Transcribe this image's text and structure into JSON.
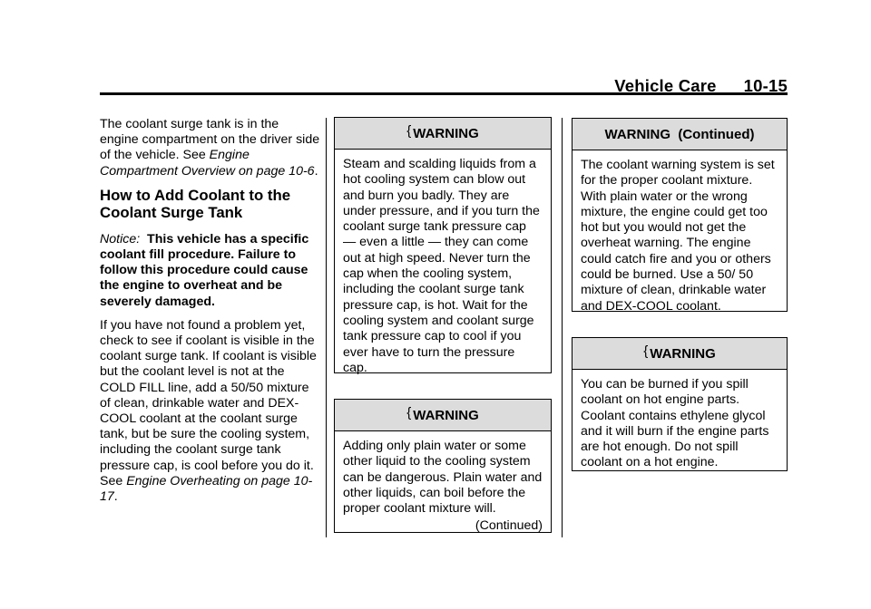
{
  "header": {
    "section": "Vehicle Care",
    "page": "10-15"
  },
  "column1": {
    "intro_text": "The coolant surge tank is in the engine compartment on the driver side of the vehicle. See ",
    "intro_xref": "Engine Compartment Overview on page 10-6",
    "intro_end": ".",
    "heading": "How to Add Coolant to the Coolant Surge Tank",
    "notice_label": "Notice:",
    "notice_text": "This vehicle has a specific coolant fill procedure. Failure to follow this procedure could cause the engine to overheat and be severely damaged.",
    "para_text": "If you have not found a problem yet, check to see if coolant is visible in the coolant surge tank. If coolant is visible but the coolant level is not at the COLD FILL line, add a 50/50 mixture of clean, drinkable water and DEX-COOL coolant at the coolant surge tank, but be sure the cooling system, including the coolant surge tank pressure cap, is cool before you do it. See ",
    "para_xref": "Engine Overheating on page 10-17",
    "para_end": "."
  },
  "warnings": [
    {
      "title": "WARNING",
      "icon": "warning-icon",
      "text": "Steam and scalding liquids from a hot cooling system can blow out and burn you badly. They are under pressure, and if you turn the coolant surge tank pressure cap — even a little — they can come out at high speed. Never turn the cap when the cooling system, including the coolant surge tank pressure cap, is hot. Wait for the cooling system and coolant surge tank pressure cap to cool if you ever have to turn the pressure cap."
    },
    {
      "title": "WARNING",
      "icon": "warning-icon",
      "text": "Adding only plain water or some other liquid to the cooling system can be dangerous. Plain water and other liquids, can boil before the proper coolant mixture will.",
      "continued": "(Continued)"
    },
    {
      "title": "WARNING  (Continued)",
      "text": "The coolant warning system is set for the proper coolant mixture. With plain water or the wrong mixture, the engine could get too hot but you would not get the overheat warning. The engine could catch fire and you or others could be burned. Use a 50/ 50 mixture of clean, drinkable water and DEX-COOL coolant."
    },
    {
      "title": "WARNING",
      "icon": "warning-icon",
      "text": "You can be burned if you spill coolant on hot engine parts. Coolant contains ethylene glycol and it will burn if the engine parts are hot enough. Do not spill coolant on a hot engine."
    }
  ]
}
